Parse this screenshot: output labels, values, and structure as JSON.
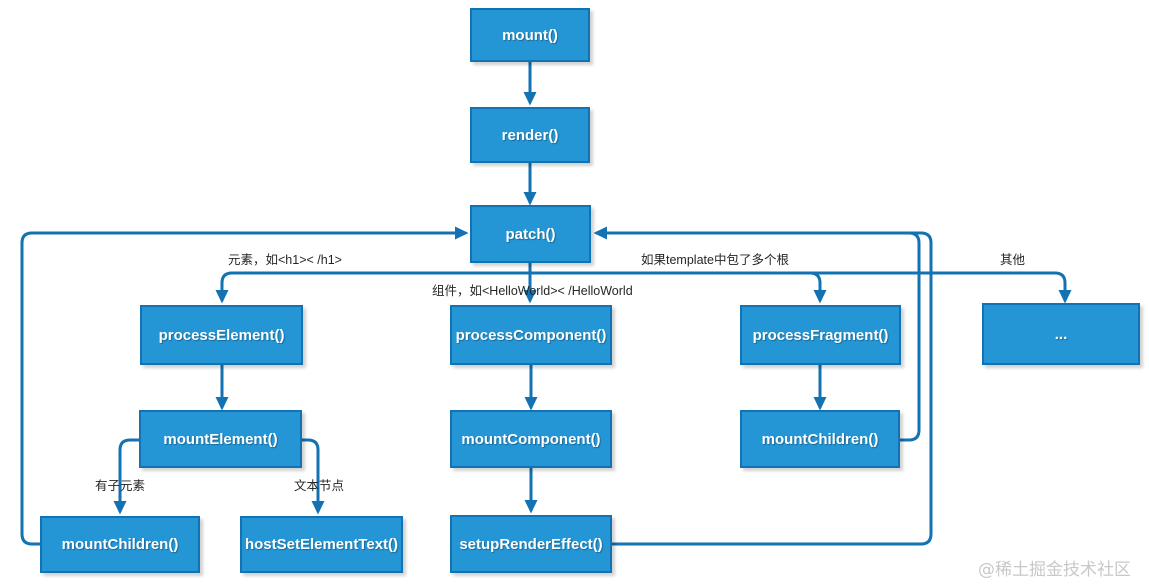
{
  "diagram": {
    "nodes": {
      "mount": "mount()",
      "render": "render()",
      "patch": "patch()",
      "process_element": "processElement()",
      "process_component": "processComponent()",
      "process_fragment": "processFragment()",
      "other": "...",
      "mount_element": "mountElement()",
      "mount_component": "mountComponent()",
      "mount_children_right": "mountChildren()",
      "mount_children_left": "mountChildren()",
      "host_set_element_text": "hostSetElementText()",
      "setup_render_effect": "setupRenderEffect()"
    },
    "edge_labels": {
      "element": "元素，如<h1>< /h1>",
      "component": "组件，如<HelloWorld>< /HelloWorld",
      "fragment": "如果template中包了多个根",
      "other": "其他",
      "has_children": "有子元素",
      "text_node": "文本节点"
    },
    "edges": [
      {
        "from": "mount()",
        "to": "render()",
        "label": ""
      },
      {
        "from": "render()",
        "to": "patch()",
        "label": ""
      },
      {
        "from": "patch()",
        "to": "processElement()",
        "label": "元素，如<h1>< /h1>"
      },
      {
        "from": "patch()",
        "to": "processComponent()",
        "label": "组件，如<HelloWorld>< /HelloWorld"
      },
      {
        "from": "patch()",
        "to": "processFragment()",
        "label": "如果template中包了多个根"
      },
      {
        "from": "patch()",
        "to": "...",
        "label": "其他"
      },
      {
        "from": "processElement()",
        "to": "mountElement()",
        "label": ""
      },
      {
        "from": "processComponent()",
        "to": "mountComponent()",
        "label": ""
      },
      {
        "from": "processFragment()",
        "to": "mountChildren()",
        "label": ""
      },
      {
        "from": "mountElement()",
        "to": "mountChildren()",
        "label": "有子元素"
      },
      {
        "from": "mountElement()",
        "to": "hostSetElementText()",
        "label": "文本节点"
      },
      {
        "from": "mountComponent()",
        "to": "setupRenderEffect()",
        "label": ""
      },
      {
        "from": "mountChildren() (left)",
        "to": "patch()",
        "label": ""
      },
      {
        "from": "mountChildren() (right)",
        "to": "patch()",
        "label": ""
      },
      {
        "from": "setupRenderEffect()",
        "to": "patch()",
        "label": ""
      }
    ],
    "colors": {
      "node_fill": "#2496d5",
      "node_border": "#1372b1",
      "connector": "#1372b1",
      "label_text": "#262626",
      "watermark": "#c8c8c8"
    },
    "watermark": "@稀土掘金技术社区"
  }
}
